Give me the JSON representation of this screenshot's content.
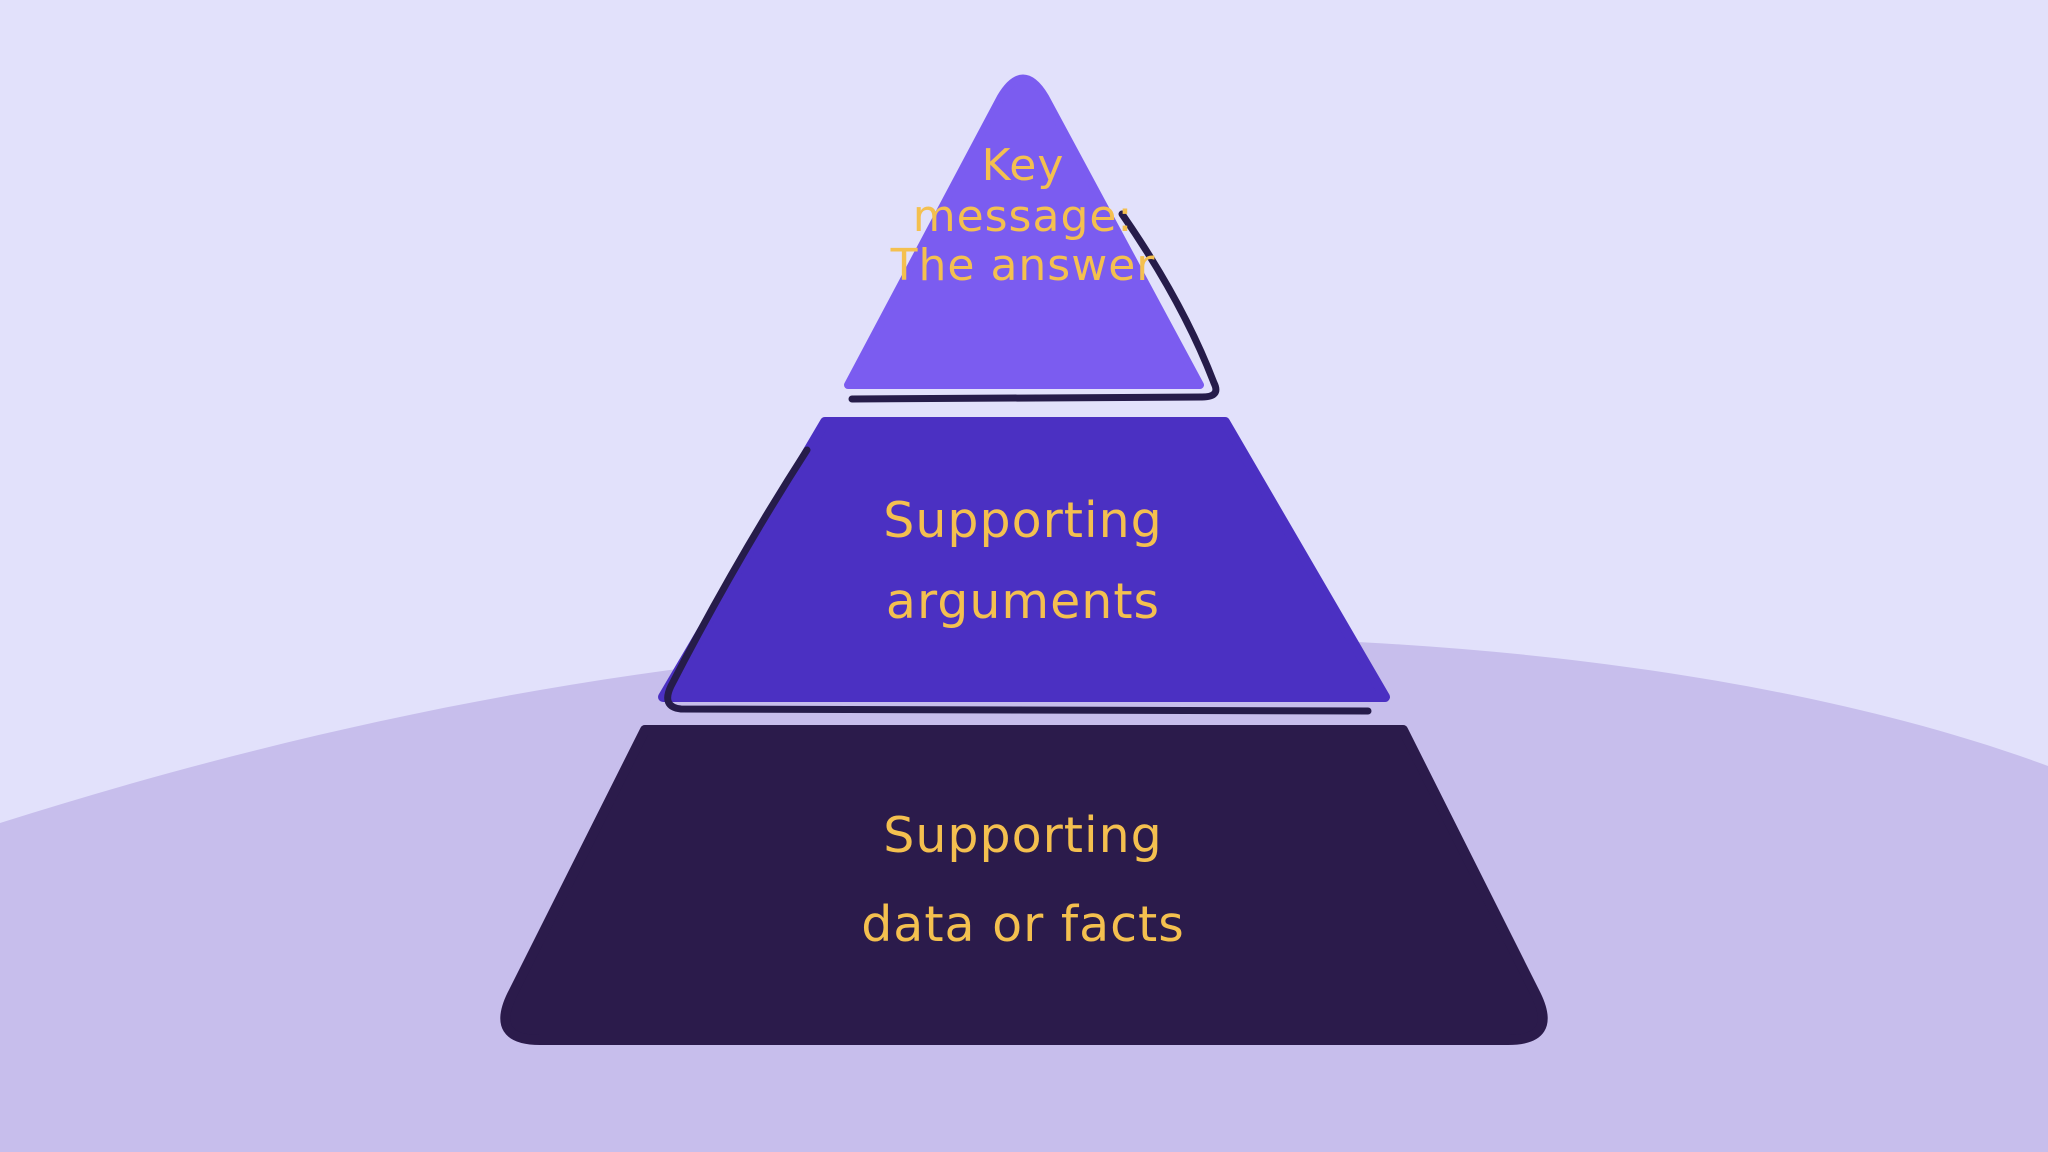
{
  "colors": {
    "background": "#E2E1FB",
    "hill": "#C7BEEC",
    "tier_top": "#7B5CF0",
    "tier_middle": "#4B30C2",
    "tier_bottom": "#2B1B4B",
    "accent_line": "#261C4A",
    "label_text": "#F4C04F"
  },
  "pyramid": {
    "tiers": [
      {
        "id": "key-message",
        "lines": {
          "0": "Key",
          "1": "message:",
          "2": "The answer"
        }
      },
      {
        "id": "supporting-arguments",
        "lines": {
          "0": "Supporting",
          "1": "arguments"
        }
      },
      {
        "id": "supporting-data-or-facts",
        "lines": {
          "0": "Supporting",
          "1": "data or facts"
        }
      }
    ]
  }
}
